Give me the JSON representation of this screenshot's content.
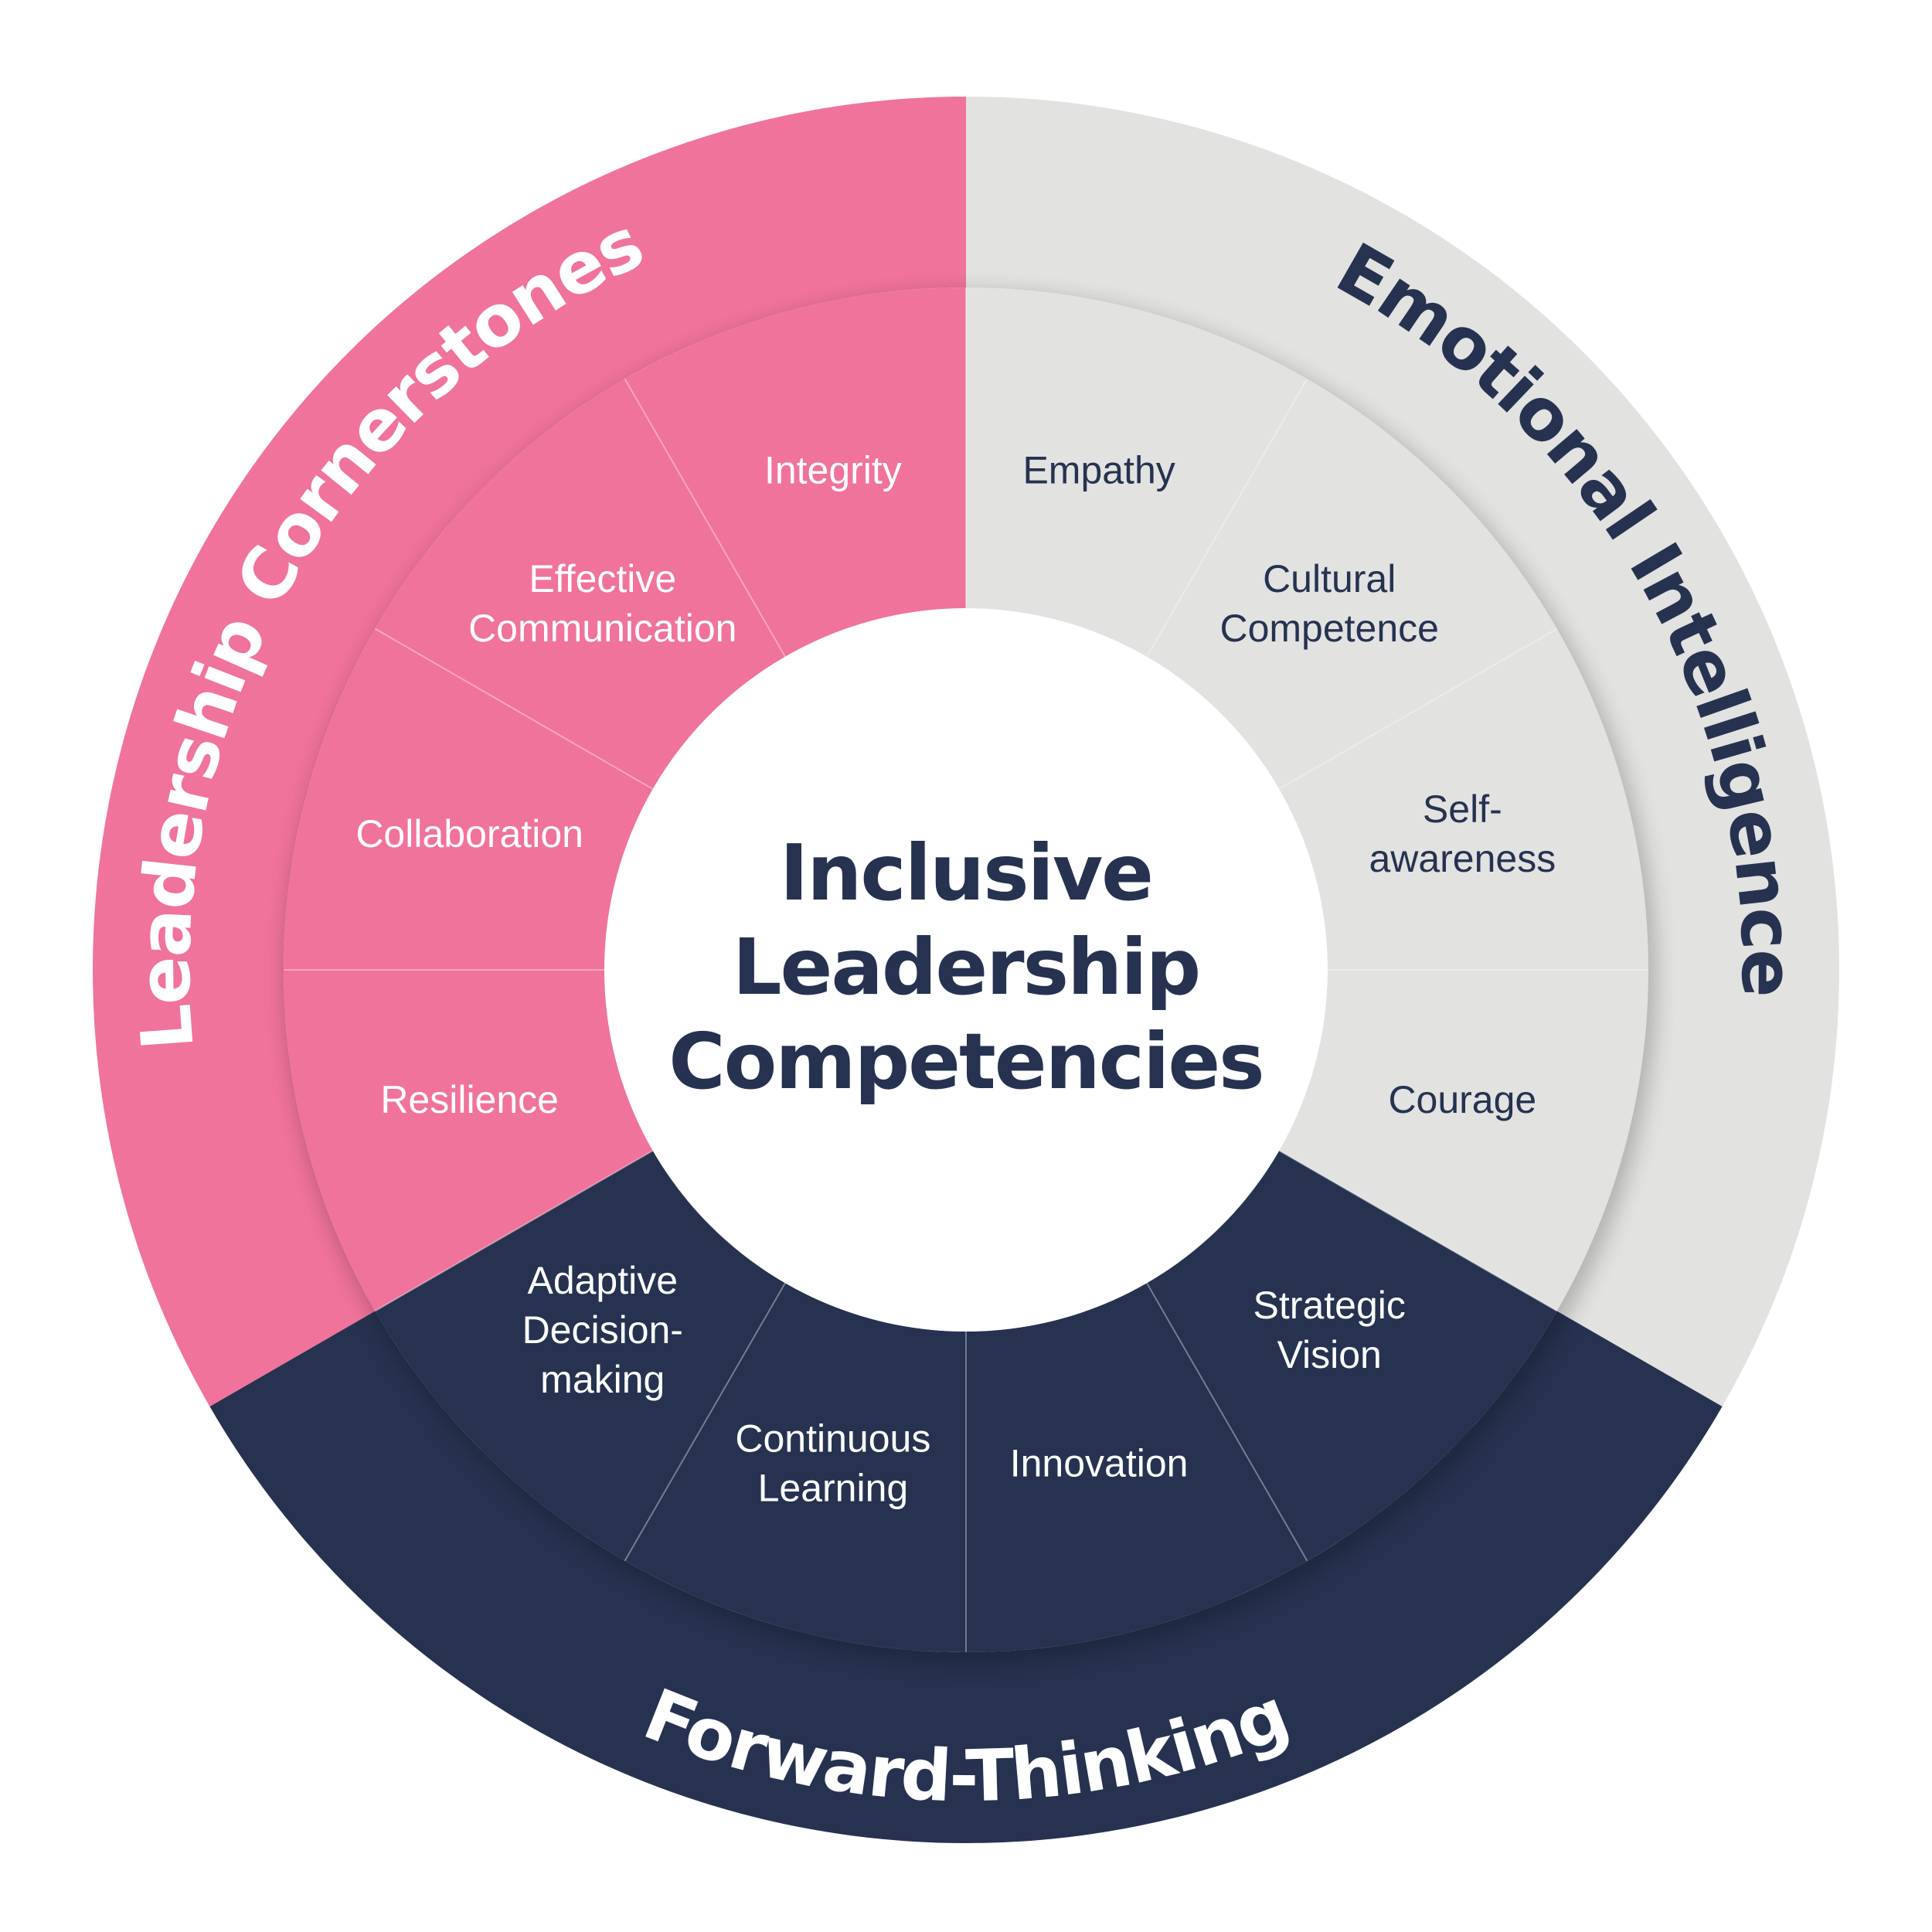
{
  "center": {
    "lines": [
      "Inclusive",
      "Leadership",
      "Competencies"
    ],
    "color": "#263250"
  },
  "categories": [
    {
      "name": "Emotional Intelligence",
      "fill": "#e2e2e1",
      "outer_fill": "#e2e2e1",
      "label_color": "#263250",
      "item_text_color": "#263250",
      "items": [
        {
          "lines": [
            "Empathy"
          ]
        },
        {
          "lines": [
            "Cultural",
            "Competence"
          ]
        },
        {
          "lines": [
            "Self-",
            "awareness"
          ]
        },
        {
          "lines": [
            "Courage"
          ]
        }
      ]
    },
    {
      "name": "Forward-Thinking",
      "fill": "#263250",
      "outer_fill": "#263250",
      "label_color": "#ffffff",
      "item_text_color": "#ffffff",
      "items": [
        {
          "lines": [
            "Strategic",
            "Vision"
          ]
        },
        {
          "lines": [
            "Innovation"
          ]
        },
        {
          "lines": [
            "Continuous",
            "Learning"
          ]
        },
        {
          "lines": [
            "Adaptive",
            "Decision-",
            "making"
          ]
        }
      ]
    },
    {
      "name": "Leadership Cornerstones",
      "fill": "#f0739b",
      "outer_fill": "#f0739b",
      "label_color": "#ffffff",
      "item_text_color": "#ffffff",
      "items": [
        {
          "lines": [
            "Resilience"
          ]
        },
        {
          "lines": [
            "Collaboration"
          ]
        },
        {
          "lines": [
            "Effective",
            "Communication"
          ]
        },
        {
          "lines": [
            "Integrity"
          ]
        }
      ]
    }
  ]
}
